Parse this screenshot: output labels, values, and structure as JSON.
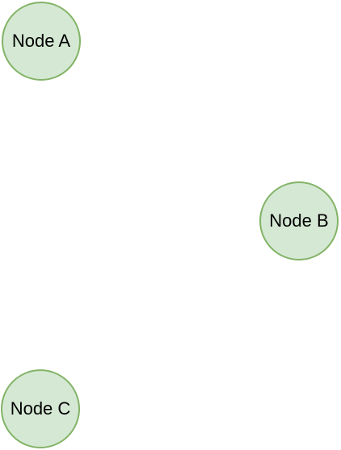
{
  "diagram": {
    "nodes": [
      {
        "label": "Node A",
        "fill": "#d5e8d4",
        "stroke": "#82b366"
      },
      {
        "label": "Node B",
        "fill": "#d5e8d4",
        "stroke": "#82b366"
      },
      {
        "label": "Node C",
        "fill": "#d5e8d4",
        "stroke": "#82b366"
      }
    ]
  }
}
